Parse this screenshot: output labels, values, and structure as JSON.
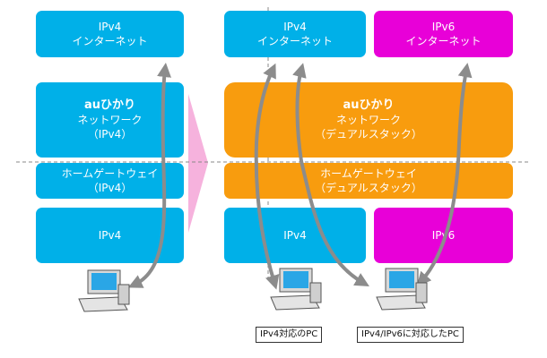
{
  "left": {
    "internet": [
      "IPv4",
      "インターネット"
    ],
    "network": [
      "auひかり",
      "ネットワーク",
      "（IPv4）"
    ],
    "gateway": [
      "ホームゲートウェイ",
      "（IPv4）"
    ],
    "lan": [
      "IPv4"
    ]
  },
  "right": {
    "internet4": [
      "IPv4",
      "インターネット"
    ],
    "internet6": [
      "IPv6",
      "インターネット"
    ],
    "network": [
      "auひかり",
      "ネットワーク",
      "（デュアルスタック）"
    ],
    "gateway": [
      "ホームゲートウェイ",
      "（デュアルスタック）"
    ],
    "lan4": [
      "IPv4"
    ],
    "lan6": [
      "IPv6"
    ]
  },
  "labels": {
    "pc_ipv4": "IPv4対応のPC",
    "pc_dual": "IPv4/IPv6に対応したPC"
  },
  "colors": {
    "ipv4": "#00b0e8",
    "ipv6": "#e800d8",
    "dual": "#f89c0e",
    "arrow": "#8c8c8c",
    "transition_arrow": "#f6a6d8"
  }
}
